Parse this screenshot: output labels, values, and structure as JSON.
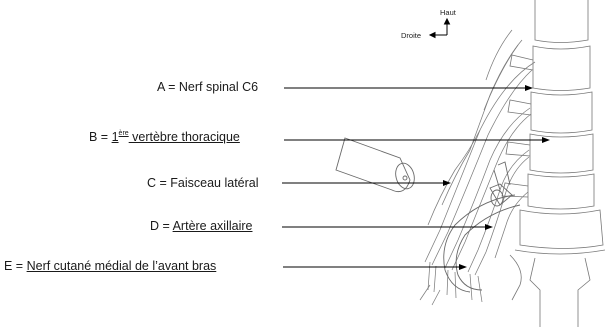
{
  "orientation": {
    "up": "Haut",
    "side": "Droite"
  },
  "labels": {
    "a": {
      "prefix": "A = ",
      "text": "Nerf spinal C6"
    },
    "b": {
      "prefix": "B = ",
      "num": "1",
      "sup": "ère",
      "text": " vertèbre thoracique"
    },
    "c": {
      "prefix": "C = ",
      "text": "Faisceau latéral"
    },
    "d": {
      "prefix": "D = ",
      "text": "Artère axillaire"
    },
    "e": {
      "prefix": "E = ",
      "text": "Nerf cutané médial de l’avant bras"
    }
  },
  "colors": {
    "line": "#000000",
    "sketch": "#6e6e6e",
    "text": "#1a1a1a"
  }
}
